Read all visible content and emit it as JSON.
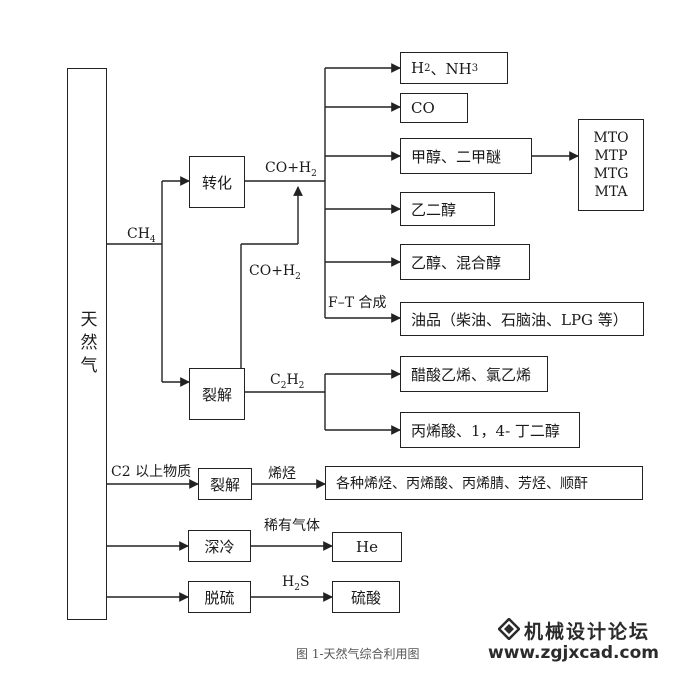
{
  "nodes": {
    "natural_gas": "天然气",
    "conversion": "转化",
    "cracking_1": "裂解",
    "cracking_2": "裂解",
    "cryogenic": "深冷",
    "desulfurization": "脱硫",
    "h2_nh3_h": "H",
    "h2_nh3_sub": "2",
    "h2_nh3_rest": "、NH",
    "h2_nh3_sub2": "3",
    "co": "CO",
    "methanol_dme": "甲醇、二甲醚",
    "mto_list": [
      "MTO",
      "MTP",
      "MTG",
      "MTA"
    ],
    "ethylene_glycol": "乙二醇",
    "ethanol_mixed": "乙醇、混合醇",
    "oil_products": "油品（柴油、石脑油、LPG 等）",
    "vinyl": "醋酸乙烯、氯乙烯",
    "acrylic_bdo": "丙烯酸、1，4- 丁二醇",
    "olefins_products": "各种烯烃、丙烯酸、丙烯腈、芳烃、顺酐",
    "he": "He",
    "sulfuric_acid": "硫酸"
  },
  "labels": {
    "ch4_main": "CH",
    "ch4_sub": "4",
    "syngas_top_main": "CO+H",
    "syngas_top_sub": "2",
    "syngas_mid_main": "CO+H",
    "syngas_mid_sub": "2",
    "c2h2_c": "C",
    "c2h2_sub1": "2",
    "c2h2_h": "H",
    "c2h2_sub2": "2",
    "ft": "F–T 合成",
    "c2_above": "C2 以上物质",
    "olefins": "烯烃",
    "rare_gas": "稀有气体",
    "h2s_main": "H",
    "h2s_sub": "2",
    "h2s_rest": "S"
  },
  "caption": "图 1-天然气综合利用图",
  "watermark": {
    "name": "机械设计论坛",
    "url": "www.zgjxcad.com"
  }
}
